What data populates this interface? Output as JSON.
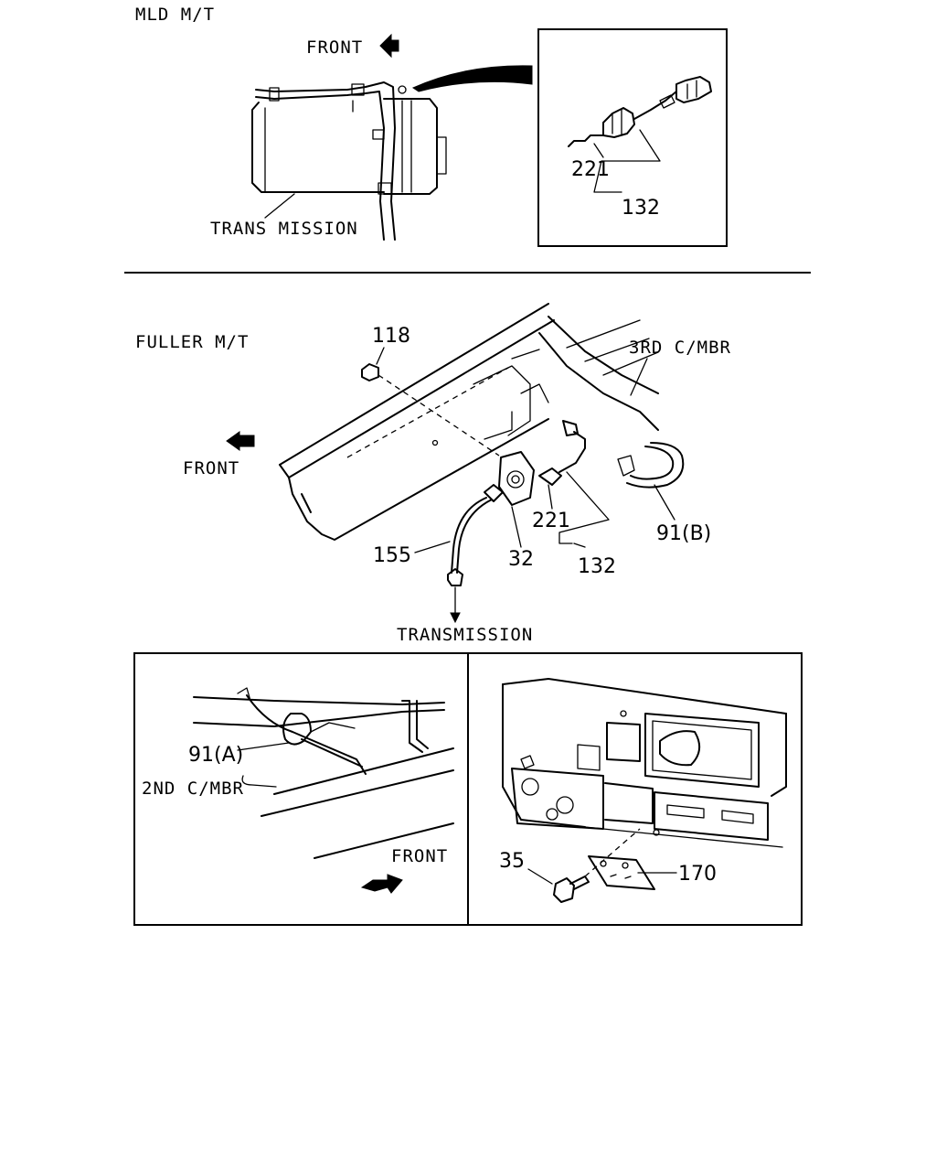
{
  "sections": {
    "mld": {
      "title": "MLD M/T",
      "front": "FRONT",
      "transmission": "TRANS MISSION",
      "inset_part_a": "221",
      "inset_part_b": "132"
    },
    "fuller": {
      "title": "FULLER M/T",
      "front": "FRONT",
      "third_crossmember": "3RD C/MBR",
      "transmission": "TRANSMISSION",
      "parts": {
        "p118": "118",
        "p221": "221",
        "p132": "132",
        "p91b": "91(B)",
        "p155": "155",
        "p32": "32"
      }
    },
    "detail_left": {
      "clip": "91(A)",
      "second_crossmember": "2ND C/MBR",
      "front": "FRONT"
    },
    "detail_right": {
      "bolt": "35",
      "bracket": "170"
    }
  }
}
